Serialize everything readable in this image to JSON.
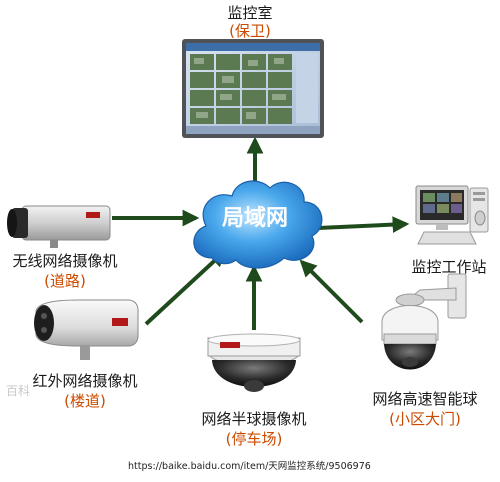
{
  "nodes": {
    "monitor_room": {
      "label": "监控室",
      "sublabel": "(保卫)"
    },
    "lan": {
      "label": "局域网"
    },
    "workstation": {
      "label": "监控工作站"
    },
    "wireless_camera": {
      "label": "无线网络摄像机",
      "sublabel": "(道路)"
    },
    "infrared_camera": {
      "label": "红外网络摄像机",
      "sublabel": "(楼道)"
    },
    "dome_camera": {
      "label": "网络半球摄像机",
      "sublabel": "(停车场)"
    },
    "speed_dome": {
      "label": "网络高速智能球",
      "sublabel": "(小区大门)"
    }
  },
  "watermark": "百科",
  "footer_url": "https://baike.baidu.com/item/天网监控系统/9506976",
  "colors": {
    "arrow": "#1f4a1b",
    "cloud": "#2a8ed6",
    "sublabel": "#cc4a00"
  }
}
